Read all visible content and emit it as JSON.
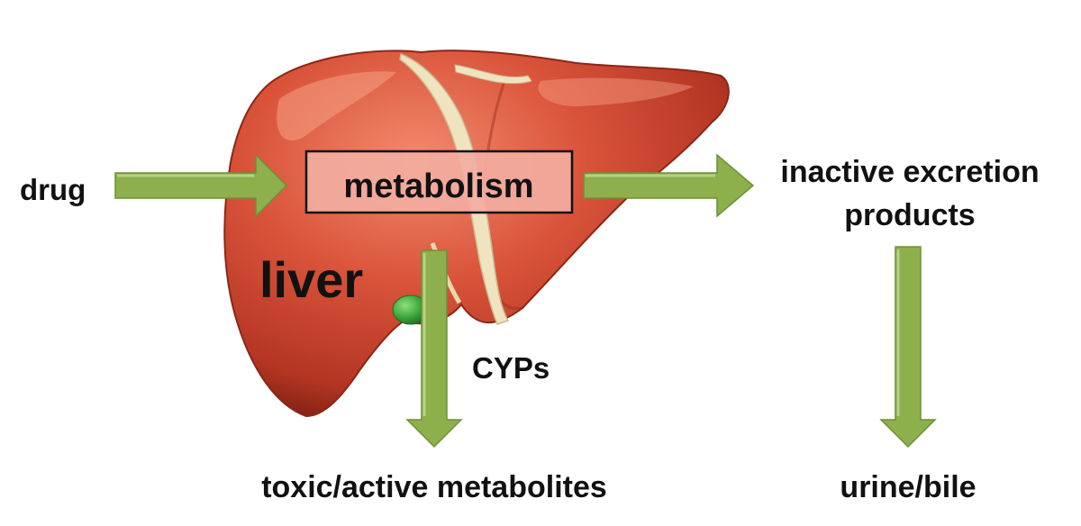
{
  "labels": {
    "input": "drug",
    "process": "metabolism",
    "organ": "liver",
    "enzymes": "CYPs",
    "output_inactive_line1": "inactive excretion",
    "output_inactive_line2": "products",
    "output_toxic": "toxic/active metabolites",
    "excretion_route": "urine/bile"
  },
  "icons": {
    "organ": "liver-icon",
    "gallbladder": "gallbladder-icon",
    "arrow": "arrow-icon"
  },
  "colors": {
    "liver_light": "#e56a4c",
    "liver_mid": "#c8402a",
    "liver_dark": "#7e1f12",
    "ligament": "#efe3c0",
    "gallbladder": "#3aa63c",
    "arrow_fill": "#8db04c",
    "arrow_edge": "#a8c66a",
    "process_box_fill": "#f2aca0",
    "text": "#111111"
  }
}
